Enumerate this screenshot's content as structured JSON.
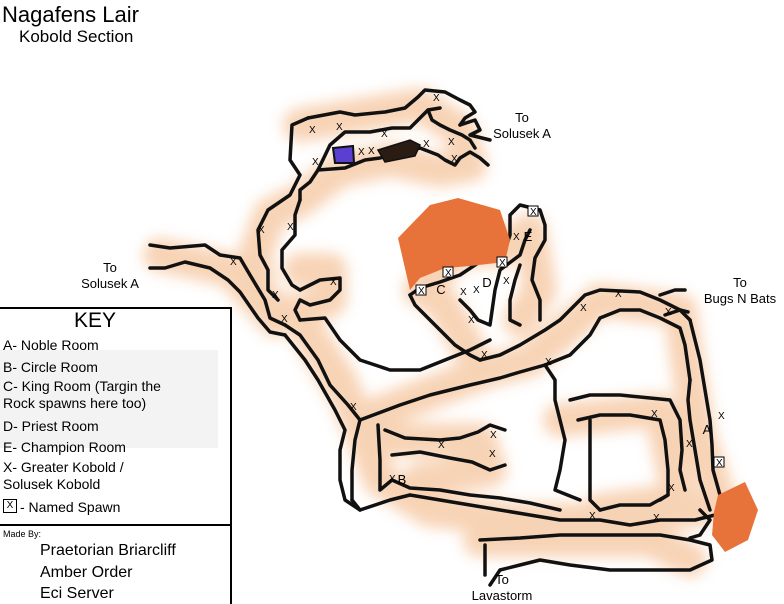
{
  "header": {
    "title": "Nagafens Lair",
    "subtitle": "Kobold Section"
  },
  "exits": {
    "north_east": "To\nSolusek A",
    "west": "To\nSolusek A",
    "east": "To\nBugs N Bats",
    "south": "To\nLavastorm"
  },
  "rooms": {
    "a": "A",
    "b": "B",
    "c": "C",
    "d": "D",
    "e": "E"
  },
  "markers": {
    "kobold": "X",
    "named": "X"
  },
  "key": {
    "title": "KEY",
    "items": [
      "A- Noble Room",
      "B- Circle Room",
      "C- King Room (Targin the\n Rock spawns here too)",
      "D- Priest Room",
      "E- Champion Room",
      "X- Greater Kobold /\n Solusek Kobold"
    ],
    "named_label": "- Named Spawn",
    "made_by": "Made By:",
    "credits": [
      "Praetorian Briarcliff",
      "Amber Order",
      "Eci Server"
    ]
  },
  "colors": {
    "wall": "#111111",
    "glow": "#f2b07a",
    "lava": "#e8733a",
    "portal": "#5a3fd0"
  }
}
